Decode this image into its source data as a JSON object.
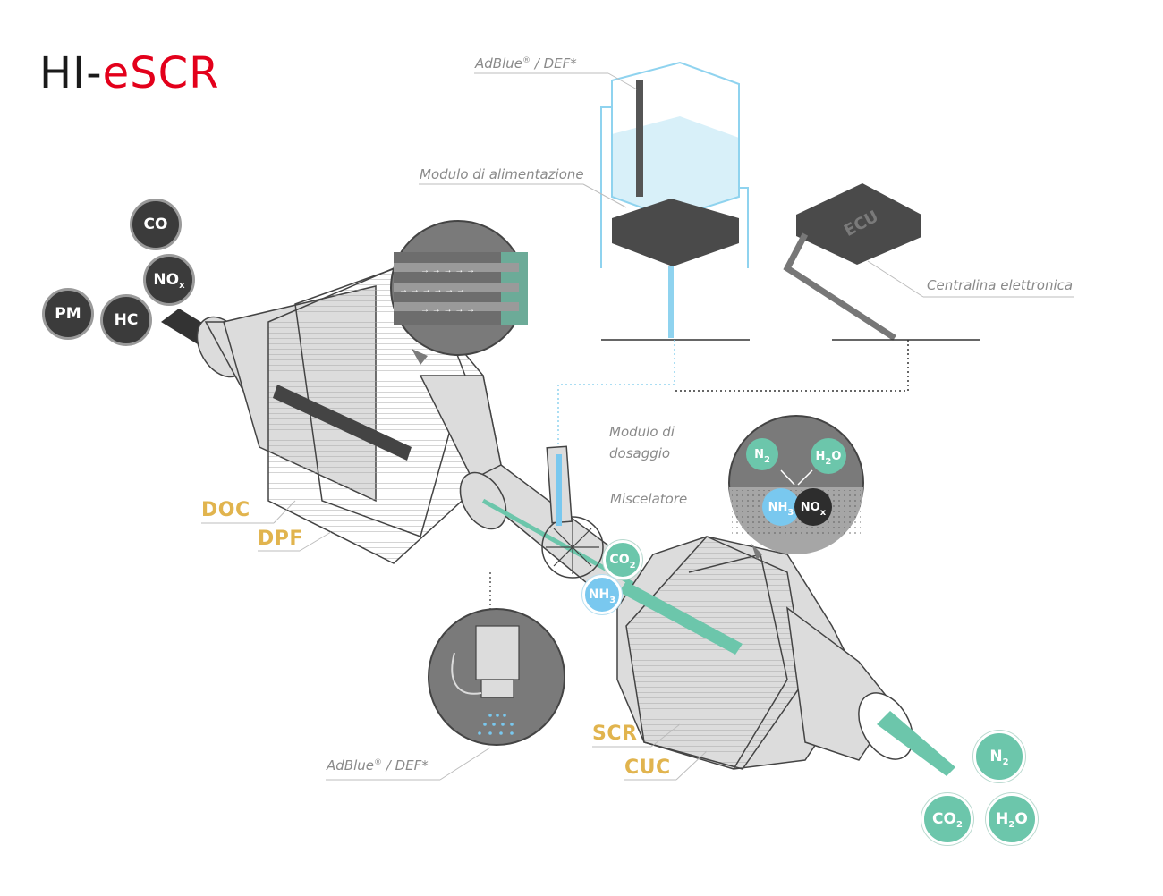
{
  "logo": {
    "part1": "HI-",
    "part2": "eSCR"
  },
  "labels": {
    "adblue_top": "AdBlue",
    "adblue_top_mark": "®",
    "adblue_top_suffix": " / DEF*",
    "supply_module": "Modulo di alimentazione",
    "ecu_label": "Centralina elettronica",
    "ecu_text": "ECU",
    "dosing_line1": "Modulo di",
    "dosing_line2": "dosaggio",
    "mixer": "Miscelatore",
    "adblue_bottom": "AdBlue",
    "adblue_bottom_mark": "®",
    "adblue_bottom_suffix": " / DEF*"
  },
  "components": {
    "doc": "DOC",
    "dpf": "DPF",
    "scr": "SCR",
    "cuc": "CUC"
  },
  "inputs": {
    "co": "CO",
    "nox": "NO",
    "nox_sub": "x",
    "pm": "PM",
    "hc": "HC"
  },
  "mixer_molecules": {
    "co2": "CO",
    "co2_sub": "2",
    "nh3": "NH",
    "nh3_sub": "3"
  },
  "reaction": {
    "n2": "N",
    "n2_sub": "2",
    "h2o_a": "H",
    "h2o_sub": "2",
    "h2o_b": "O",
    "nh3": "NH",
    "nh3_sub": "3",
    "nox": "NO",
    "nox_sub": "x"
  },
  "outputs": {
    "n2": "N",
    "n2_sub": "2",
    "co2": "CO",
    "co2_sub": "2",
    "h2o_a": "H",
    "h2o_sub": "2",
    "h2o_b": "O"
  },
  "colors": {
    "brand_red": "#e3001b",
    "component_gold": "#e1b44e",
    "molecule_green": "#6cc6ab",
    "molecule_blue": "#79c8ef",
    "molecule_dark": "#3b3b3b",
    "pipe_gray": "#dcdcdc",
    "tank_blue": "#8fd3ef"
  }
}
